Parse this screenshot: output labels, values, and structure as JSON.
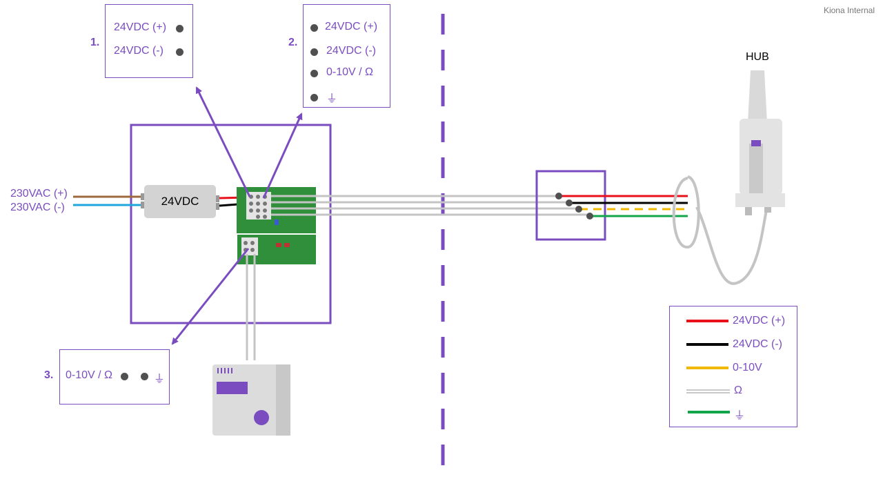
{
  "corner_label": "Kiona Internal",
  "power_supply": {
    "label": "24VDC"
  },
  "mains": {
    "plus": "230VAC (+)",
    "minus": "230VAC (-)"
  },
  "hub": {
    "label": "HUB"
  },
  "box1": {
    "number": "1.",
    "terminals": [
      "24VDC (+)",
      "24VDC (-)"
    ]
  },
  "box2": {
    "number": "2.",
    "terminals": [
      "24VDC (+)",
      "24VDC (-)",
      "0-10V / Ω"
    ]
  },
  "box3": {
    "number": "3.",
    "terminal": "0-10V / Ω"
  },
  "ground_symbol": "⏚",
  "legend": [
    {
      "label": "24VDC (+)",
      "color": "#e8101a"
    },
    {
      "label": "24VDC (-)",
      "color": "#000000"
    },
    {
      "label": "0-10V",
      "color": "#f2b800"
    },
    {
      "label": "Ω",
      "color": "#c8c8c8"
    },
    {
      "label": "⏚",
      "color": "#12a64a"
    }
  ],
  "colors": {
    "accent": "#7a4cc0",
    "brown": "#9c6a3c",
    "blue": "#1ea6dd",
    "pcb": "#2f8f3a"
  }
}
